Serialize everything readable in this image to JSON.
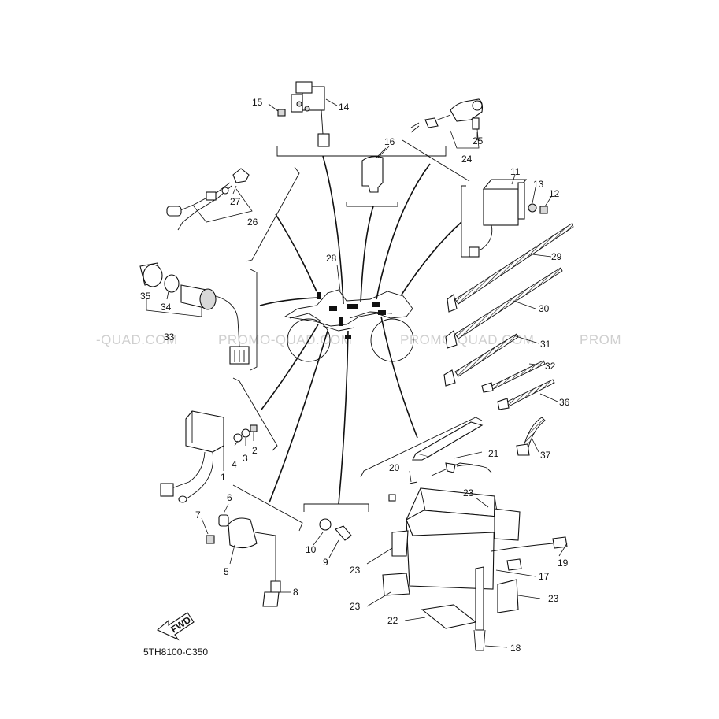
{
  "diagram_code": "5TH8100-C350",
  "fwd_label": "FWD",
  "watermarks": [
    "-QUAD.COM",
    "PROMO-QUAD.COM",
    "PROMO-QUAD.COM",
    "PROM"
  ],
  "callouts": [
    {
      "id": "c1",
      "label": "1"
    },
    {
      "id": "c2",
      "label": "2"
    },
    {
      "id": "c3",
      "label": "3"
    },
    {
      "id": "c4",
      "label": "4"
    },
    {
      "id": "c5",
      "label": "5"
    },
    {
      "id": "c6",
      "label": "6"
    },
    {
      "id": "c7",
      "label": "7"
    },
    {
      "id": "c8",
      "label": "8"
    },
    {
      "id": "c9",
      "label": "9"
    },
    {
      "id": "c10",
      "label": "10"
    },
    {
      "id": "c11",
      "label": "11"
    },
    {
      "id": "c12",
      "label": "12"
    },
    {
      "id": "c13",
      "label": "13"
    },
    {
      "id": "c14",
      "label": "14"
    },
    {
      "id": "c15",
      "label": "15"
    },
    {
      "id": "c16",
      "label": "16"
    },
    {
      "id": "c17",
      "label": "17"
    },
    {
      "id": "c18",
      "label": "18"
    },
    {
      "id": "c19",
      "label": "19"
    },
    {
      "id": "c20",
      "label": "20"
    },
    {
      "id": "c21",
      "label": "21"
    },
    {
      "id": "c22",
      "label": "22"
    },
    {
      "id": "c23a",
      "label": "23"
    },
    {
      "id": "c23b",
      "label": "23"
    },
    {
      "id": "c23c",
      "label": "23"
    },
    {
      "id": "c23d",
      "label": "23"
    },
    {
      "id": "c24",
      "label": "24"
    },
    {
      "id": "c25",
      "label": "25"
    },
    {
      "id": "c26",
      "label": "26"
    },
    {
      "id": "c27",
      "label": "27"
    },
    {
      "id": "c28",
      "label": "28"
    },
    {
      "id": "c29",
      "label": "29"
    },
    {
      "id": "c30",
      "label": "30"
    },
    {
      "id": "c31",
      "label": "31"
    },
    {
      "id": "c32",
      "label": "32"
    },
    {
      "id": "c33",
      "label": "33"
    },
    {
      "id": "c34",
      "label": "34"
    },
    {
      "id": "c35",
      "label": "35"
    },
    {
      "id": "c36",
      "label": "36"
    },
    {
      "id": "c37",
      "label": "37"
    }
  ]
}
